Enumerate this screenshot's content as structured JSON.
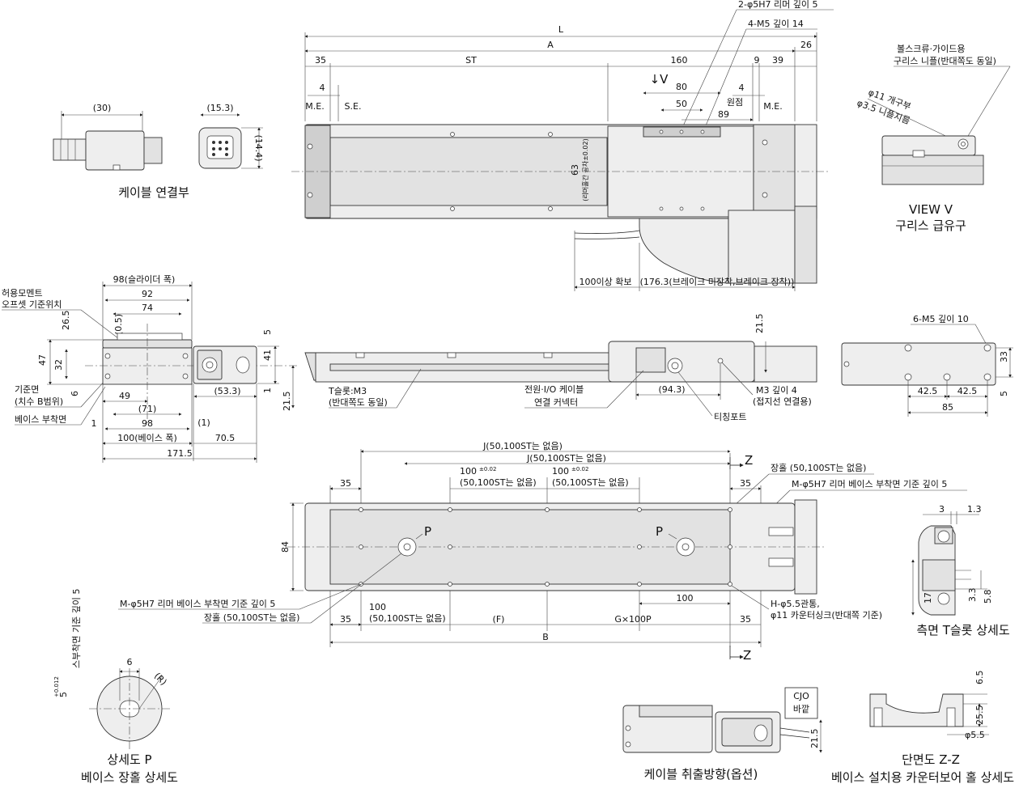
{
  "captions": {
    "cable": "케이블 연결부",
    "view_v_1": "VIEW V",
    "view_v_2": "구리스 급유구",
    "side_tslot": "측면 T슬롯 상세도",
    "detail_p_1": "상세도 P",
    "detail_p_2": "베이스 장홀 상세도",
    "cable_dir": "케이블 취출방향(옵션)",
    "section_zz_1": "단면도 Z-Z",
    "section_zz_2": "베이스 설치용 카운터보어 홀 상세도"
  },
  "top_view": {
    "dims": [
      "L",
      "A",
      "26",
      "35",
      "ST",
      "160",
      "9",
      "39",
      "4",
      "4",
      "80",
      "50",
      "89",
      "M.E.",
      "S.E.",
      "M.E."
    ],
    "arrow_v": "↓V",
    "origin": "원점",
    "dowel": "2-φ5H7 리머 깊이 5",
    "tap": "4-M5 깊이 14",
    "center_label": "63",
    "center_sub": "(리머홀간 공차±0.02)",
    "cable_len": "100이상 확보",
    "brake_len": "(176.3(브레이크 미장착,브레이크 장착))"
  },
  "cable_view": {
    "d30": "(30)",
    "d15": "(15.3)",
    "d14": "(14.4)"
  },
  "view_v": {
    "nipple": "볼스크류·가이드용",
    "nipple2": "구리스 니플(반대쪽도 동일)",
    "open": "φ11 개구부",
    "nip_dia": "φ3.5 니플지름"
  },
  "front_view": {
    "slider_w": "98(슬라이더 폭)",
    "d92": "92",
    "d74": "74",
    "moment1": "허용모멘트",
    "moment2": "오프셋 기준위치",
    "d265": "26.5",
    "d05": "(0.5)",
    "d47": "47",
    "d32": "32",
    "d6": "6",
    "ref1": "기준면",
    "ref2": "(치수 B범위)",
    "mount": "베이스 부착면",
    "d49": "49",
    "d71": "(71)",
    "d98": "98",
    "d1a": "1",
    "d100": "100(베이스 폭)",
    "d1b": "(1)",
    "d705": "70.5",
    "d1715": "171.5",
    "d5": "5",
    "d41": "41",
    "d1c": "1",
    "d215": "21.5",
    "d533": "(53.3)"
  },
  "side_view": {
    "tslot1": "T슬롯:M3",
    "tslot2": "(반대쪽도 동일)",
    "conn1": "전원·I/O 케이블",
    "conn2": "연결 커넥터",
    "d943": "(94.3)",
    "m3": "M3 깊이 4",
    "m3b": "(접지선 연결용)",
    "teach": "티칭포트",
    "d215": "21.5"
  },
  "end_view": {
    "tap": "6-M5 깊이 10",
    "d33": "33",
    "d5": "5",
    "d425a": "42.5",
    "d425b": "42.5",
    "d85": "85"
  },
  "bottom_view": {
    "j1": "J(50,100ST는 없음)",
    "j2": "J(50,100ST는 없음)",
    "z": "Z",
    "d100a": "100",
    "tol": "±0.02",
    "sub100a": "(50,100ST는 없음)",
    "d100b": "100",
    "sub100b": "(50,100ST는 없음)",
    "d35a": "35",
    "d35b": "35",
    "slot": "장홀 (50,100ST는 없음)",
    "ream": "M-φ5H7 리머 베이스 부착면 기준 깊이 5",
    "d84": "84",
    "p": "P",
    "ream2": "M-φ5H7 리머 베이스 부착면 기준 깊이 5",
    "slot2": "장홀 (50,100ST는 없음)",
    "d100c": "100",
    "d100d": "100",
    "sub100d": "(50,100ST는 없음)",
    "f": "(F)",
    "g": "G×100P",
    "d35c": "35",
    "d35d": "35",
    "h1": "H-φ5.5관통,",
    "h2": "φ11 카운터싱크(반대쪽 기준)",
    "b": "B"
  },
  "tslot_detail": {
    "d3": "3",
    "d13": "1.3",
    "d17": "17",
    "d33": "3.3",
    "d58": "5.8"
  },
  "detail_p": {
    "d6": "6",
    "r": "(R)",
    "vert": "5",
    "vert2": "스부착면 기준 깊이 5",
    "tol": "+0.012"
  },
  "cable_dir": {
    "cjo1": "CJO",
    "cjo2": "바깥",
    "d215": "21.5"
  },
  "section_zz": {
    "d65": "6.5",
    "d255": "25.5",
    "phi": "φ5.5"
  }
}
